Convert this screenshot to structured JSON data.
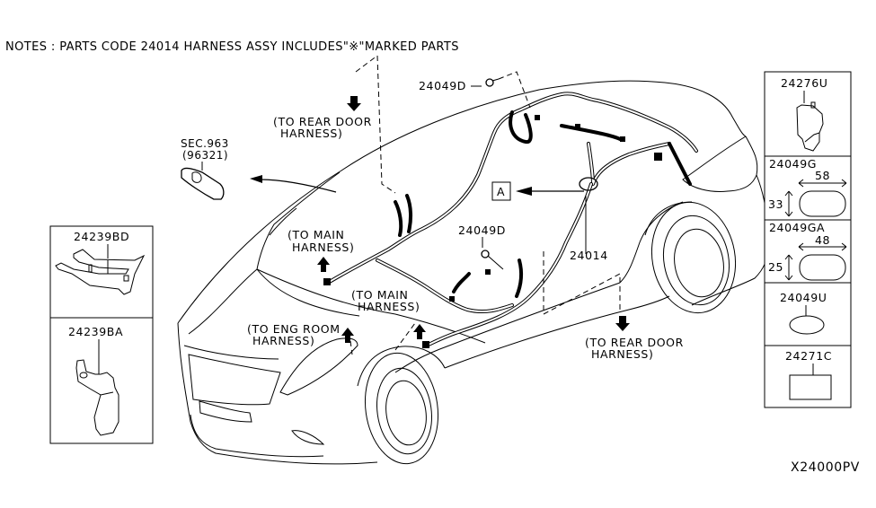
{
  "diagram": {
    "notes": "NOTES : PARTS CODE 24014 HARNESS ASSY INCLUDES\"※\"MARKED PARTS",
    "diagram_code": "X24000PV",
    "main_callouts": {
      "clip_top": "24049D",
      "clip_mid": "24049D",
      "harness": "24014",
      "view_ref": "A",
      "mirror_sec": "SEC.963",
      "mirror_part": "(96321)"
    },
    "connection_notes": [
      {
        "line1": "(TO REAR DOOR",
        "line2": "HARNESS)"
      },
      {
        "line1": "(TO MAIN",
        "line2": "HARNESS)"
      },
      {
        "line1": "(TO MAIN",
        "line2": "HARNESS)"
      },
      {
        "line1": "(TO ENG ROOM",
        "line2": "HARNESS)"
      },
      {
        "line1": "(TO REAR DOOR",
        "line2": "HARNESS)"
      }
    ],
    "left_panel": [
      {
        "part": "24239BD"
      },
      {
        "part": "24239BA"
      }
    ],
    "right_panel": [
      {
        "part": "24276U"
      },
      {
        "part": "24049G",
        "width": "58",
        "height": "33"
      },
      {
        "part": "24049GA",
        "width": "48",
        "height": "25"
      },
      {
        "part": "24049U"
      },
      {
        "part": "24271C"
      }
    ]
  }
}
